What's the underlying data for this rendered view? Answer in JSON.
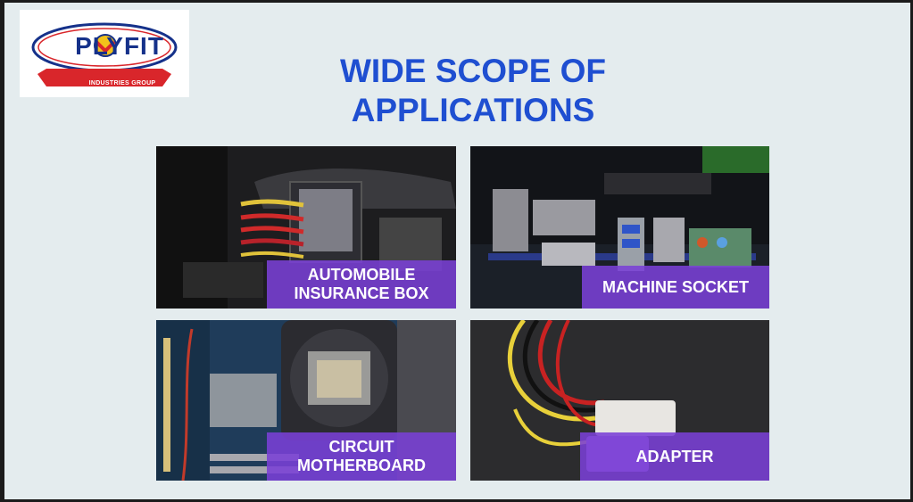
{
  "logo": {
    "brand": "PLYFIT",
    "tagline": "INDUSTRIES GROUP"
  },
  "heading": {
    "line1": "WIDE SCOPE OF",
    "line2": "APPLICATIONS"
  },
  "tiles": [
    {
      "caption_line1": "AUTOMOBILE",
      "caption_line2": "INSURANCE BOX"
    },
    {
      "caption_line1": "MACHINE SOCKET"
    },
    {
      "caption_line1": "CIRCUIT",
      "caption_line2": "MOTHERBOARD"
    },
    {
      "caption_line1": "ADAPTER"
    }
  ],
  "colors": {
    "heading": "#1f4fd1",
    "caption_overlay": "#7a40d6",
    "logo_blue": "#15318a",
    "logo_red": "#d9262b",
    "logo_yellow": "#f2c21b"
  }
}
